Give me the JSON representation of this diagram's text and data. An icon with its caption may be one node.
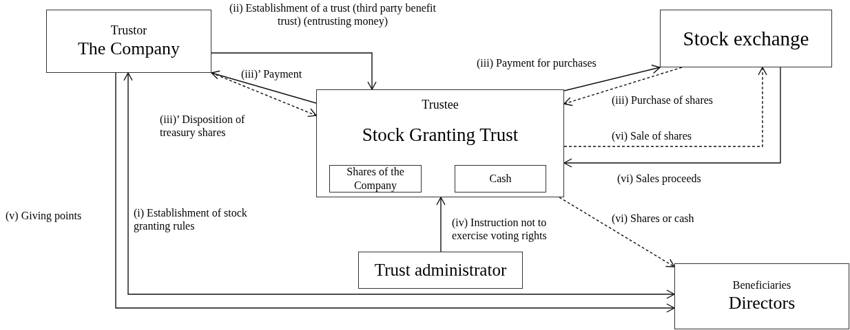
{
  "diagram": {
    "nodes": [
      {
        "text": [
          "Trustor",
          "The Company"
        ]
      },
      {
        "text": [
          "Trustee",
          "Stock Granting Trust"
        ]
      },
      {
        "text": [
          "Shares of the Company"
        ],
        "in": 1
      },
      {
        "text": [
          "Cash"
        ],
        "in": 1
      },
      {
        "text": [
          "Stock exchange"
        ]
      },
      {
        "text": [
          "Trust administrator"
        ]
      },
      {
        "text": [
          "Beneficiaries",
          "Directors"
        ]
      }
    ],
    "edges": [
      {
        "from": 0,
        "to": 1,
        "arrow": "to",
        "label": "(ii) Establishment of a trust (third party benefit trust) (entrusting money)"
      },
      {
        "from": 1,
        "to": 0,
        "arrow": "to",
        "label": "(iii)’ Payment"
      },
      {
        "from": 0,
        "to": 1,
        "arrow": "to",
        "style": "dashed",
        "label": "(iii)’ Disposition of treasury shares"
      },
      {
        "from": 1,
        "to": 4,
        "arrow": "to",
        "label": "(iii) Payment for purchases"
      },
      {
        "from": 4,
        "to": 1,
        "arrow": "to",
        "style": "dashed",
        "label": "(iii) Purchase of shares"
      },
      {
        "from": 1,
        "to": 4,
        "arrow": "to",
        "style": "dashed",
        "label": "(vi) Sale of shares"
      },
      {
        "from": 4,
        "to": 1,
        "arrow": "to",
        "label": "(vi) Sales proceeds"
      },
      {
        "from": 1,
        "to": 6,
        "arrow": "to",
        "style": "dashed",
        "label": "(vi) Shares or cash"
      },
      {
        "from": 5,
        "to": 1,
        "arrow": "to",
        "label": "(iv) Instruction not to exercise voting rights"
      },
      {
        "from": 0,
        "to": 6,
        "arrow": "both",
        "label": "(i) Establishment of stock granting rules"
      },
      {
        "from": 0,
        "to": 6,
        "arrow": "to",
        "label": "(v) Giving points"
      }
    ]
  }
}
